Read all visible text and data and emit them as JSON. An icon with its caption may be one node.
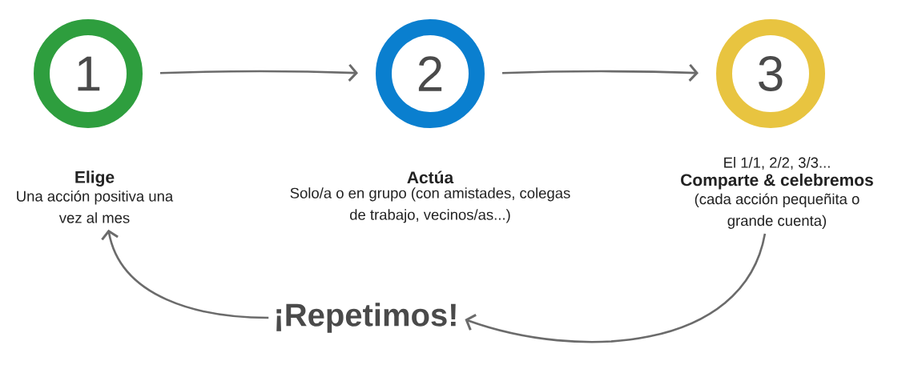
{
  "diagram": {
    "nodes": [
      {
        "text": [
          "1"
        ]
      },
      {
        "text": [
          "2"
        ]
      },
      {
        "text": [
          "3"
        ]
      },
      {
        "text": [
          "Elige",
          "Una acción positiva una vez al mes"
        ]
      },
      {
        "text": [
          "Actúa",
          "Solo/a o en grupo (con amistades, colegas de trabajo, vecinos/as...)"
        ]
      },
      {
        "text": [
          "El 1/1, 2/2, 3/3...",
          "Comparte & celebremos",
          "(cada acción pequeñita o grande cuenta)"
        ]
      },
      {
        "text": [
          "¡Repetimos!"
        ]
      }
    ],
    "edges": [
      {
        "from": 0,
        "to": 1,
        "arrow": "to"
      },
      {
        "from": 1,
        "to": 2,
        "arrow": "to"
      },
      {
        "from": 5,
        "to": 6,
        "arrow": "to"
      },
      {
        "from": 6,
        "to": 3,
        "arrow": "to"
      }
    ]
  }
}
